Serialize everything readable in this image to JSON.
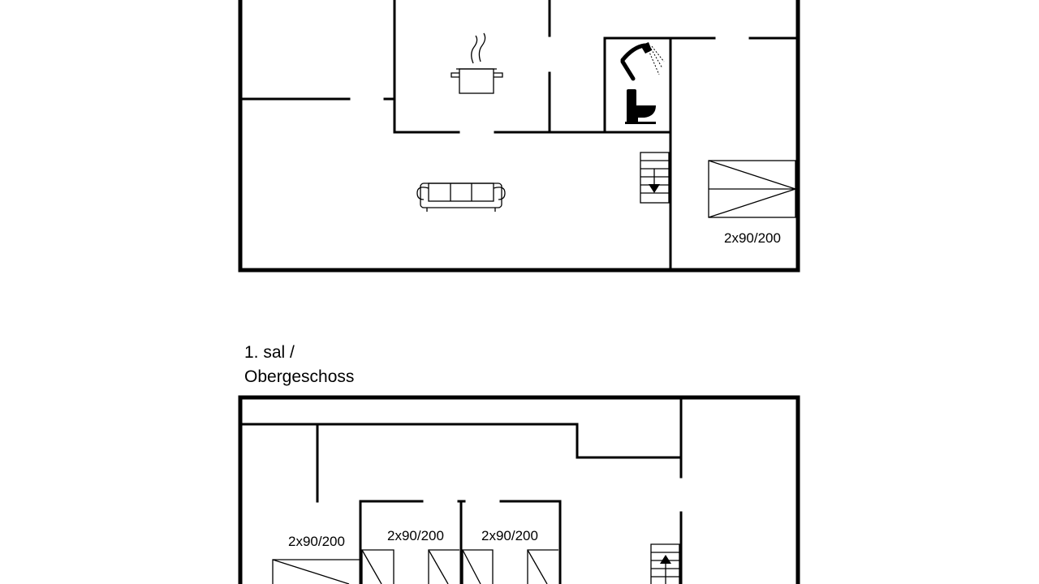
{
  "upper_floor": {
    "label_line1": "1. sal /",
    "label_line2": "Obergeschoss"
  },
  "ground_floor": {
    "bed_label": "2x90/200"
  },
  "beds": [
    {
      "label": "2x90/200"
    },
    {
      "label": "2x90/200"
    },
    {
      "label": "2x90/200"
    }
  ],
  "bed_label_left": "2x90/200",
  "icons": [
    "cooking-pot-icon",
    "shower-icon",
    "toilet-icon",
    "sofa-icon",
    "stairs-down-icon",
    "stairs-up-icon",
    "bed-icon"
  ]
}
